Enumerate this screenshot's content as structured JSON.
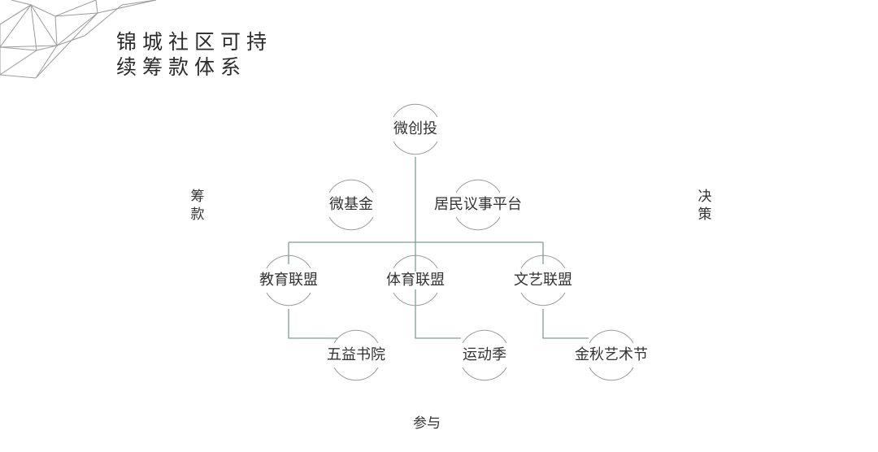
{
  "title": {
    "line1": "锦城社区可持",
    "line2": "续筹款体系"
  },
  "side_labels": {
    "left": "筹款",
    "right": "决策",
    "bottom": "参与"
  },
  "nodes": {
    "weichuangtou": "微创投",
    "weijijin": "微基金",
    "jumin_yishi": "居民议事平台",
    "jiaoyu_lianmeng": "教育联盟",
    "tiyu_lianmeng": "体育联盟",
    "wenyi_lianmeng": "文艺联盟",
    "wuyi_shuyuan": "五益书院",
    "yundongji": "运动季",
    "jinqiu_yishujie": "金秋艺术节"
  },
  "colors": {
    "connector": "#7aa095",
    "arc": "#9a9a9a",
    "decor": "#9c9c9c",
    "text": "#333333"
  }
}
